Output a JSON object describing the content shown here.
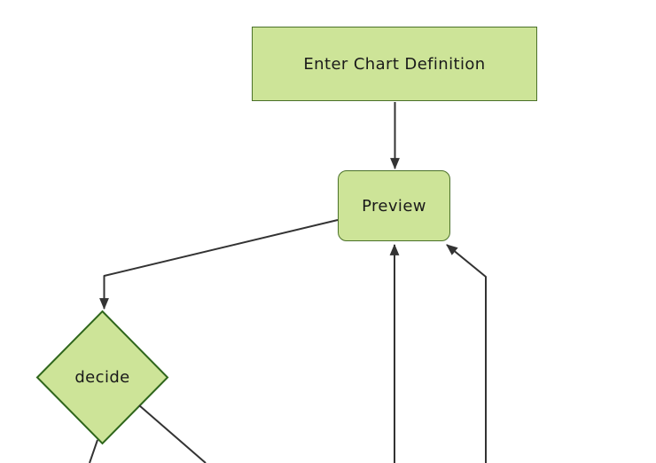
{
  "diagram": {
    "type": "flowchart",
    "direction": "top-down",
    "colors": {
      "background": "#ffffff",
      "node_fill": "#cde498",
      "node_border": "#4b7129",
      "diamond_border": "#2f661c",
      "edge": "#333333",
      "label_text": "#1a1a1a"
    },
    "nodes": [
      {
        "id": "enter_chart_definition",
        "label": "Enter Chart Definition",
        "shape": "rectangle"
      },
      {
        "id": "preview",
        "label": "Preview",
        "shape": "rounded-rectangle"
      },
      {
        "id": "decide",
        "label": "decide",
        "shape": "diamond"
      }
    ],
    "edges": [
      {
        "from": "enter_chart_definition",
        "to": "preview",
        "arrow": true
      },
      {
        "from": "preview",
        "to": "decide",
        "arrow": true
      },
      {
        "from": "offscreen_bottom_middle",
        "to": "preview",
        "arrow": true
      },
      {
        "from": "offscreen_bottom_right",
        "to": "preview",
        "arrow": true
      },
      {
        "from": "decide",
        "to": "offscreen_bottom_left",
        "arrow": false
      },
      {
        "from": "decide",
        "to": "offscreen_bottom_right",
        "arrow": false
      }
    ]
  }
}
